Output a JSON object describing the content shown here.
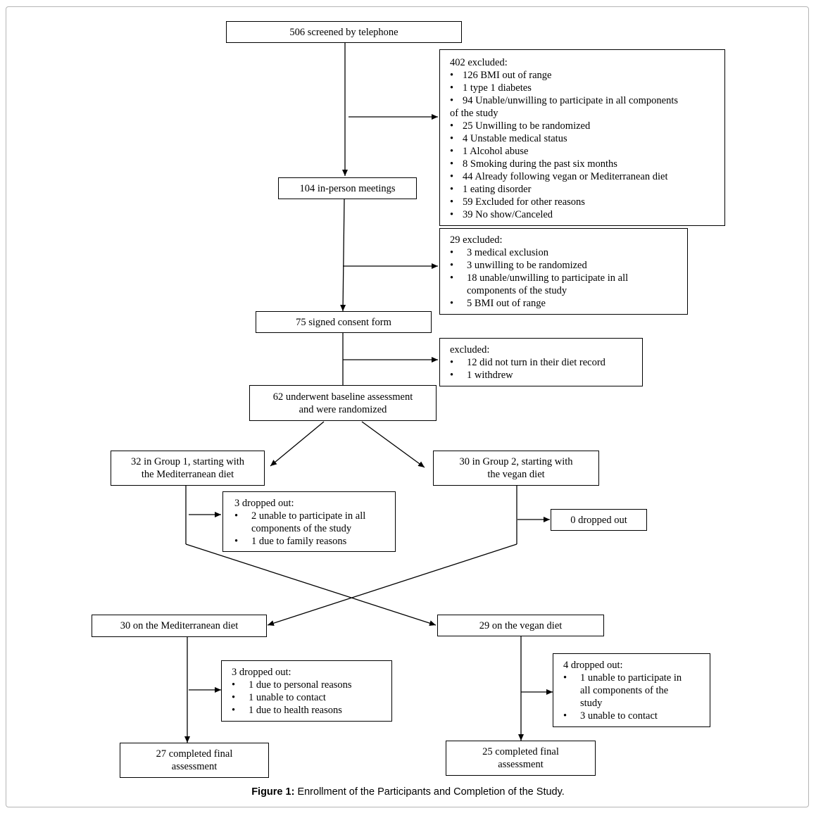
{
  "nodes": {
    "screened": "506 screened by telephone",
    "inperson": "104 in-person meetings",
    "consent": "75 signed consent form",
    "baseline_1": "62 underwent baseline assessment",
    "baseline_2": "and were randomized",
    "group1_1": "32 in Group 1, starting with",
    "group1_2": "the Mediterranean diet",
    "group2_1": "30 in Group 2, starting with",
    "group2_2": "the vegan diet",
    "g2_dropped": "0 dropped out",
    "med": "30 on the Mediterranean diet",
    "vegan": "29 on the vegan diet",
    "final_med_1": "27 completed final",
    "final_med_2": "assessment",
    "final_vegan_1": "25 completed final",
    "final_vegan_2": "assessment"
  },
  "excluded1": {
    "title": "402 excluded:",
    "items": [
      "126 BMI out of range",
      "1 type 1 diabetes",
      "94 Unable/unwilling to participate in all components",
      "25 Unwilling to be randomized",
      "4 Unstable medical status",
      "1 Alcohol abuse",
      "8 Smoking during the past six months",
      "44 Already following vegan or Mediterranean diet",
      " 1 eating disorder",
      "59 Excluded for other reasons",
      "39 No show/Canceled"
    ],
    "wrap": "of the study"
  },
  "excluded2": {
    "title": "29 excluded:",
    "items": [
      "3 medical exclusion",
      "3 unwilling to be randomized",
      "18 unable/unwilling to participate in all components of the study",
      "5 BMI out of range"
    ]
  },
  "excluded3": {
    "title": "excluded:",
    "items": [
      "12 did not turn in their diet record",
      "1 withdrew"
    ]
  },
  "dropped_g1": {
    "title": "3 dropped out:",
    "items": [
      "2 unable to participate in all components of the study",
      "1 due to family reasons"
    ]
  },
  "dropped_med": {
    "title": "3 dropped out:",
    "items": [
      "1 due to personal reasons",
      "1 unable to contact",
      "1 due to health reasons"
    ]
  },
  "dropped_vegan": {
    "title": "4 dropped out:",
    "items": [
      "1 unable to participate in all components of the study",
      "3 unable to contact"
    ]
  },
  "caption": {
    "label": "Figure 1:",
    "text": " Enrollment of the Participants and Completion of the Study."
  }
}
